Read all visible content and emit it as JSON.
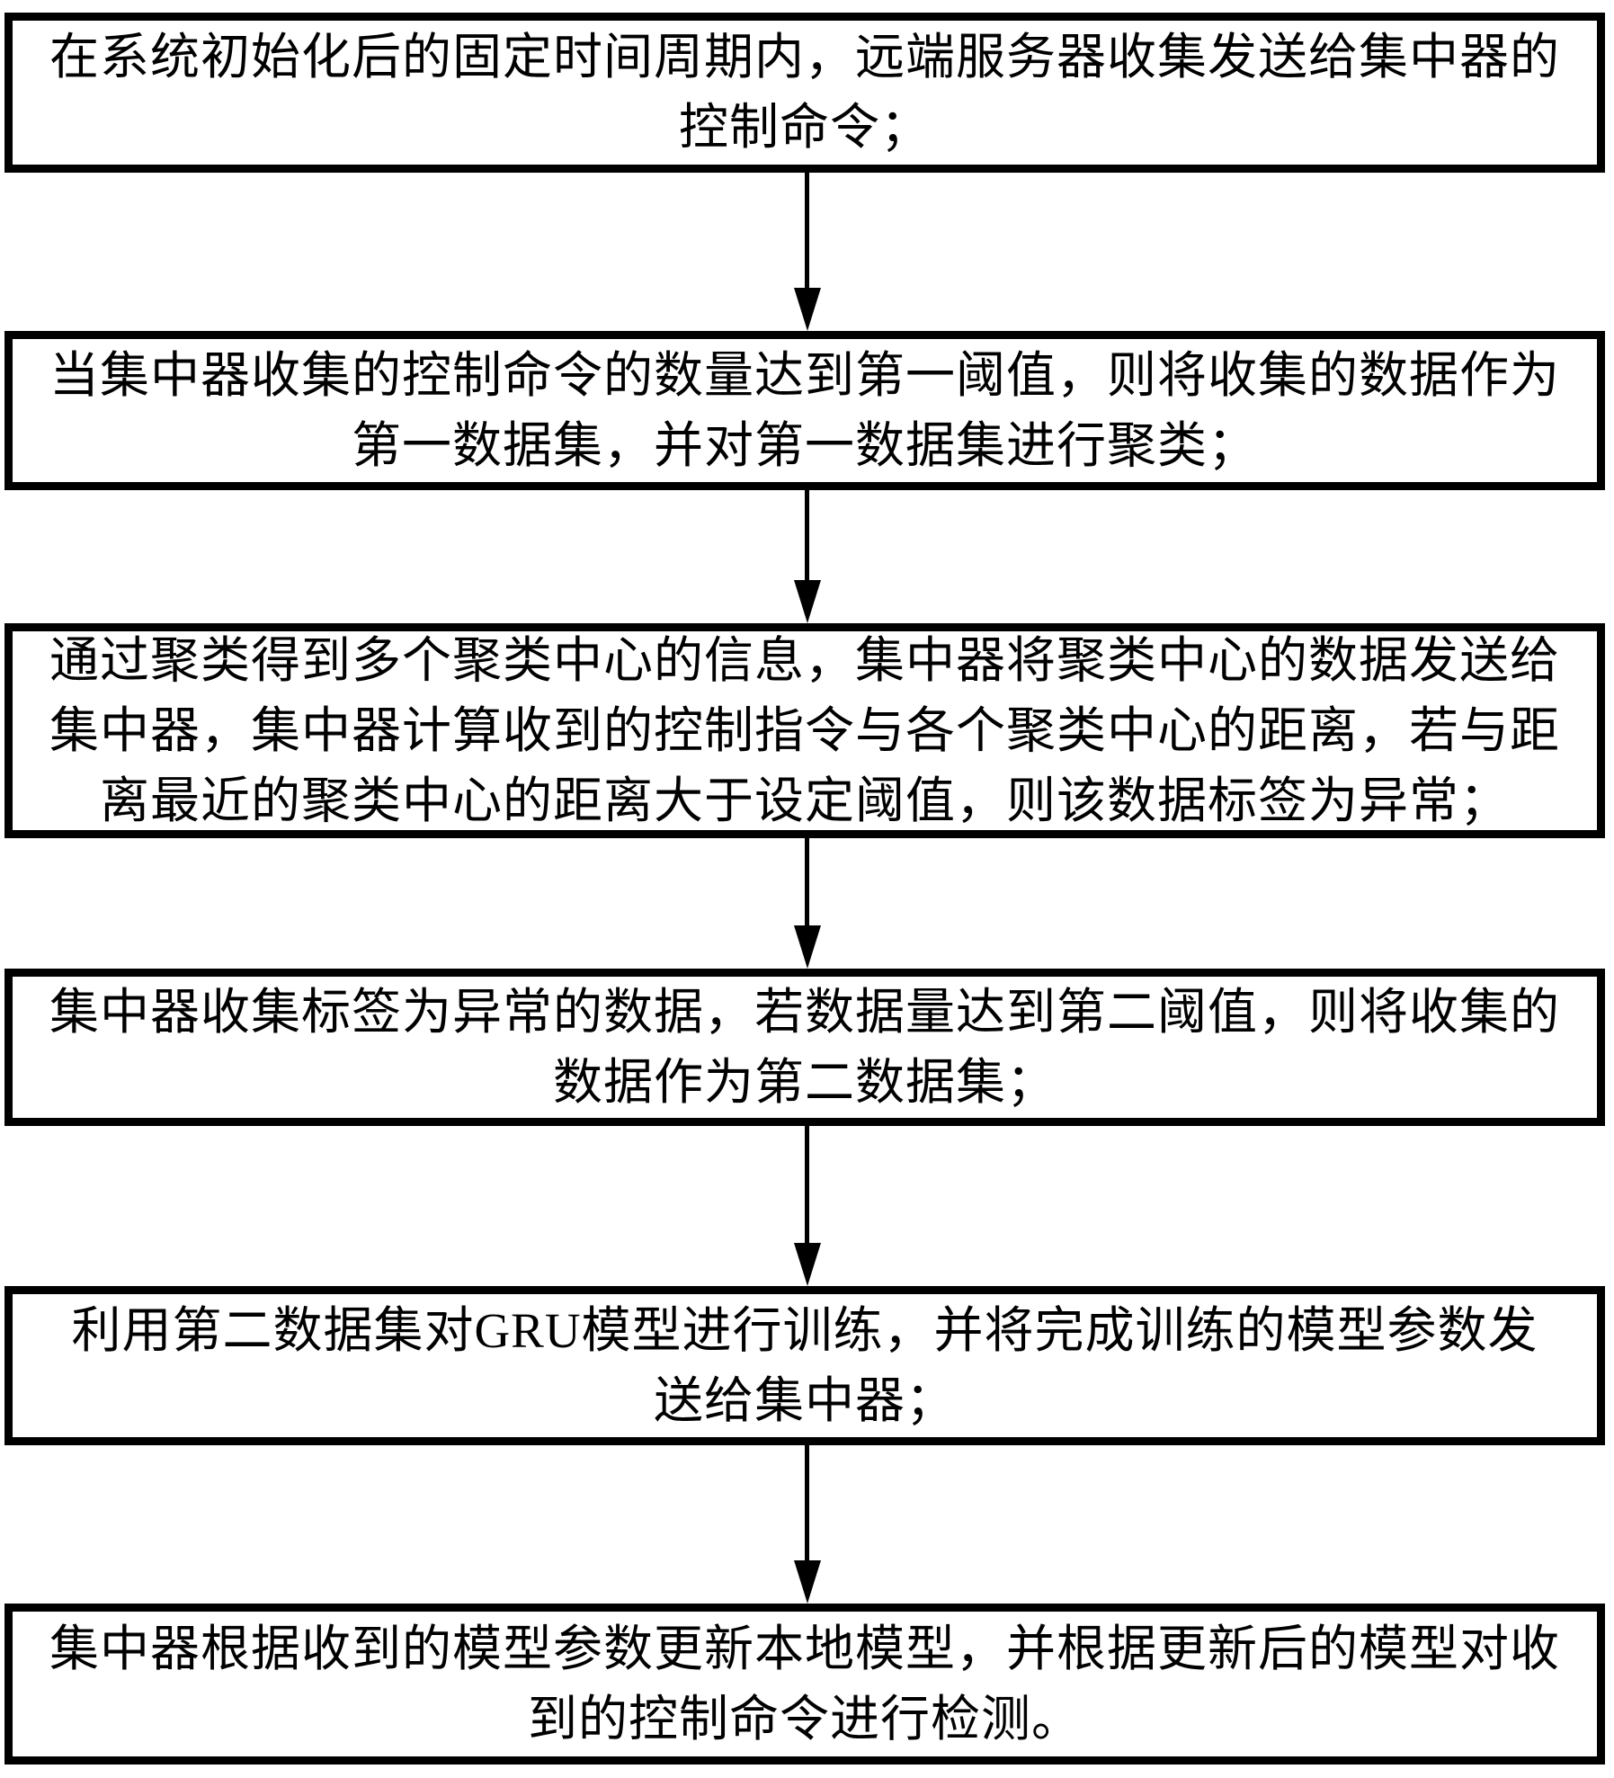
{
  "diagram": {
    "type": "flowchart",
    "direction": "top-down",
    "background_color": "#ffffff",
    "box_border_color": "#000000",
    "arrow_color": "#000000",
    "text_color": "#000000",
    "steps": [
      {
        "id": "step-1",
        "text": "在系统初始化后的固定时间周期内，远端服务器收集发送给集中器的\n控制命令；"
      },
      {
        "id": "step-2",
        "text": "当集中器收集的控制命令的数量达到第一阈值，则将收集的数据作为\n第一数据集，并对第一数据集进行聚类；"
      },
      {
        "id": "step-3",
        "text": "通过聚类得到多个聚类中心的信息，集中器将聚类中心的数据发送给\n集中器，集中器计算收到的控制指令与各个聚类中心的距离，若与距\n离最近的聚类中心的距离大于设定阈值，则该数据标签为异常；"
      },
      {
        "id": "step-4",
        "text": "集中器收集标签为异常的数据，若数据量达到第二阈值，则将收集的\n数据作为第二数据集；"
      },
      {
        "id": "step-5",
        "text": "利用第二数据集对GRU模型进行训练，并将完成训练的模型参数发\n送给集中器；"
      },
      {
        "id": "step-6",
        "text": "集中器根据收到的模型参数更新本地模型，并根据更新后的模型对收\n到的控制命令进行检测。"
      }
    ]
  }
}
